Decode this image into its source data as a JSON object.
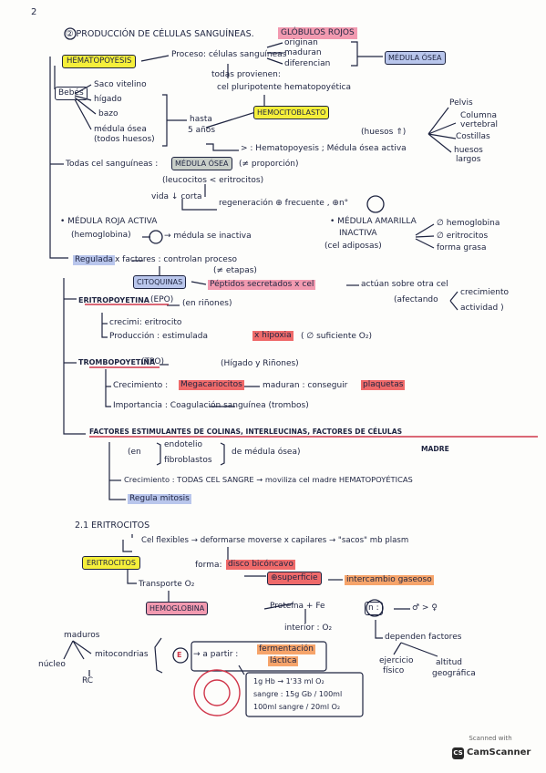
{
  "page_number": "2",
  "section": {
    "heading": "② PRODUCCIÓN DE CÉLULAS SANGUÍNEAS.",
    "heading_tag": "GLÓBULOS ROJOS"
  },
  "hemato": {
    "title": "HEMATOPOYESIS",
    "proceso": "Proceso: células sanguíneas",
    "origin_1": "originan",
    "origin_2": "maduran",
    "origin_3": "diferencian",
    "medula": "MÉDULA ÓSEA",
    "todas_1": "todas provienen:",
    "todas_2": "cel pluripotente hematopoyética",
    "hemocito": "HEMOCITOBLASTO",
    "bebes": "Bebés",
    "bebes_1": "Saco vitelino",
    "bebes_2": "hígado",
    "bebes_3": "bazo",
    "bebes_4": "médula ósea",
    "bebes_5": "(todos huesos)",
    "hasta": "hasta",
    "anos": "5 años",
    "huesos": "(huesos ⇑)",
    "pelvis": "Pelvis",
    "columna_1": "Columna",
    "columna_2": "vertebral",
    "costillas": "Costillas",
    "largos_1": "huesos",
    "largos_2": "largos",
    "mayor5": "> : Hematopoyesis ; Médula ósea activa",
    "todas_sang": "Todas cel sanguíneas :",
    "medula2": "MÉDULA ÓSEA",
    "proporcion": "(≠ proporción)",
    "leuco": "(leucocitos < eritrocitos)",
    "vida": "vida ↓ corta",
    "regen": "regeneración ⊕ frecuente , ⊕n°",
    "roja_1": "• MÉDULA ROJA ACTIVA",
    "roja_2": "(hemoglobina)",
    "roja_3": "→ médula se inactiva",
    "amarilla_1": "• MÉDULA AMARILLA",
    "amarilla_2": "INACTIVA",
    "amarilla_3": "(cel adiposas)",
    "am_r1": "∅ hemoglobina",
    "am_r2": "∅ eritrocitos",
    "am_r3": "forma grasa"
  },
  "regulada": {
    "label": "Regulada",
    "text": "x factores : controlan proceso",
    "etapas": "(≠ etapas)",
    "citoquinas": "CITOQUINAS",
    "peptidos": "Péptidos secretados x cel",
    "actuan": "actúan sobre otra cel",
    "afectando": "(afectando",
    "crec": "crecimiento",
    "activ": "actividad )"
  },
  "epo": {
    "title": "ERITROPOYETINA",
    "abbr": "(EPO)",
    "rinones": "(en riñones)",
    "crea": "crecimi: eritrocito",
    "produccion": "Producción : estimulada",
    "hipoxia": "x hipoxia",
    "suficiente": "( ∅ suficiente O₂)"
  },
  "tpo": {
    "title": "TROMBOPOYETINA",
    "abbr": "(TPO)",
    "organos": "(Hígado y Riñones)",
    "crec_label": "Crecimiento :",
    "megacar": "Megacariocitos",
    "maduran": "maduran : conseguir",
    "plaquetas": "plaquetas",
    "importancia": "Importancia : Coagulación sanguínea (trombos)"
  },
  "factores": {
    "title": "FACTORES ESTIMULANTES DE COLINAS, INTERLEUCINAS, FACTORES DE CÉLULAS",
    "madre": "MADRE",
    "en": "(en",
    "endotelio": "endotelio",
    "fibroblastos": "fibroblastos",
    "de_medula": "de médula ósea)",
    "crecimiento": "Crecimiento : TODAS CEL SANGRE → moviliza cel madre HEMATOPOYÉTICAS",
    "regula": "Regula mitosis"
  },
  "eritrocitos": {
    "heading": "2.1 ERITROCITOS",
    "title": "ERITROCITOS",
    "flexibles": "Cel flexibles → deformarse moverse x capilares → \"sacos\" mb plasm",
    "forma_label": "forma:",
    "forma": "disco bicóncavo",
    "superficie": "⊕superficie",
    "intercambio": "intercambio gaseoso",
    "transporte": "Transporte O₂",
    "hemoglobina": "HEMOGLOBINA",
    "proteina": "Proteína + Fe",
    "interior": "interior : O₂",
    "n": "n :",
    "sexo": "♂ > ♀",
    "dependen": "dependen factores",
    "ejercicio_1": "ejercicio",
    "ejercicio_2": "físico",
    "altitud_1": "altitud",
    "altitud_2": "geográfica",
    "maduros": "maduros",
    "nucleo": "núcleo",
    "mitocondrias": "mitocondrias",
    "rc": "RC",
    "e_circle": "E",
    "a_partir": "→ a partir :",
    "fermentacion_1": "fermentación",
    "fermentacion_2": "láctica",
    "hb_1": "1g Hb → 1'33 ml O₂",
    "hb_2": "sangre : 15g Gb / 100ml",
    "hb_3": "100ml sangre / 20ml O₂"
  },
  "watermark": {
    "scanned": "Scanned with",
    "app": "CamScanner",
    "logo": "CS"
  },
  "colors": {
    "ink": "#1e2440",
    "yellow": "#f5ef3a",
    "pink": "#f29ab0",
    "red": "#ef6a6a",
    "blue": "#b9c6ec",
    "gray": "#c9cfc9",
    "orange": "#f6a46a"
  }
}
